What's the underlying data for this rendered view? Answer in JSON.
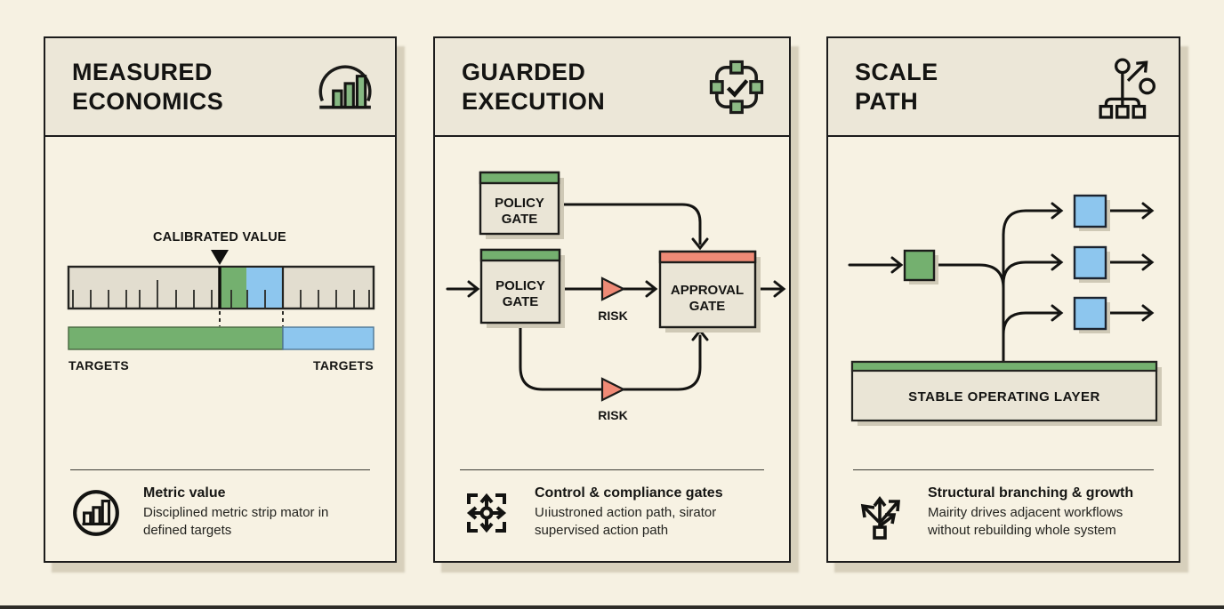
{
  "page": {
    "background_color": "#f6f1e2",
    "bottom_bar_color": "#2e2d28"
  },
  "colors": {
    "green": "#74b06f",
    "blue": "#8dc6ee",
    "salmon": "#ef8a76",
    "ink": "#1c1c1c",
    "panel_bg": "#f7f2e3",
    "header_bg": "#ece7d8",
    "box_bg": "#eae5d6",
    "ruler_bg": "#e2ddcf"
  },
  "panels": {
    "measured": {
      "title": "MEASURED ECONOMICS",
      "header_icon": "bar-chart-arc-icon",
      "diagram": {
        "pointer_label": "CALIBRATED VALUE",
        "targets_left": "TARGETS",
        "targets_right": "TARGETS"
      },
      "footer": {
        "icon": "circled-bar-chart-icon",
        "title": "Metric value",
        "description": "Disciplined metric strip mator in defined targets"
      }
    },
    "guarded": {
      "title": "GUARDED EXECUTION",
      "header_icon": "checkpoint-nodes-icon",
      "diagram": {
        "policy_top_line1": "POLICY",
        "policy_top_line2": "GATE",
        "policy_main_line1": "POLICY",
        "policy_main_line2": "GATE",
        "approval_line1": "APPROVAL",
        "approval_line2": "GATE",
        "risk_label_1": "RISK",
        "risk_label_2": "RISK"
      },
      "footer": {
        "icon": "expand-arrows-icon",
        "title": "Control & compliance gates",
        "description": "Uıiustroned action path, sirator supervised action path"
      }
    },
    "scale": {
      "title": "SCALE PATH",
      "header_icon": "branching-network-icon",
      "diagram": {
        "layer_label": "STABLE OPERATING LAYER"
      },
      "footer": {
        "icon": "fork-arrows-icon",
        "title": "Structural branching & growth",
        "description": "Mairity drives adjacent workflows without rebuilding whole system"
      }
    }
  }
}
